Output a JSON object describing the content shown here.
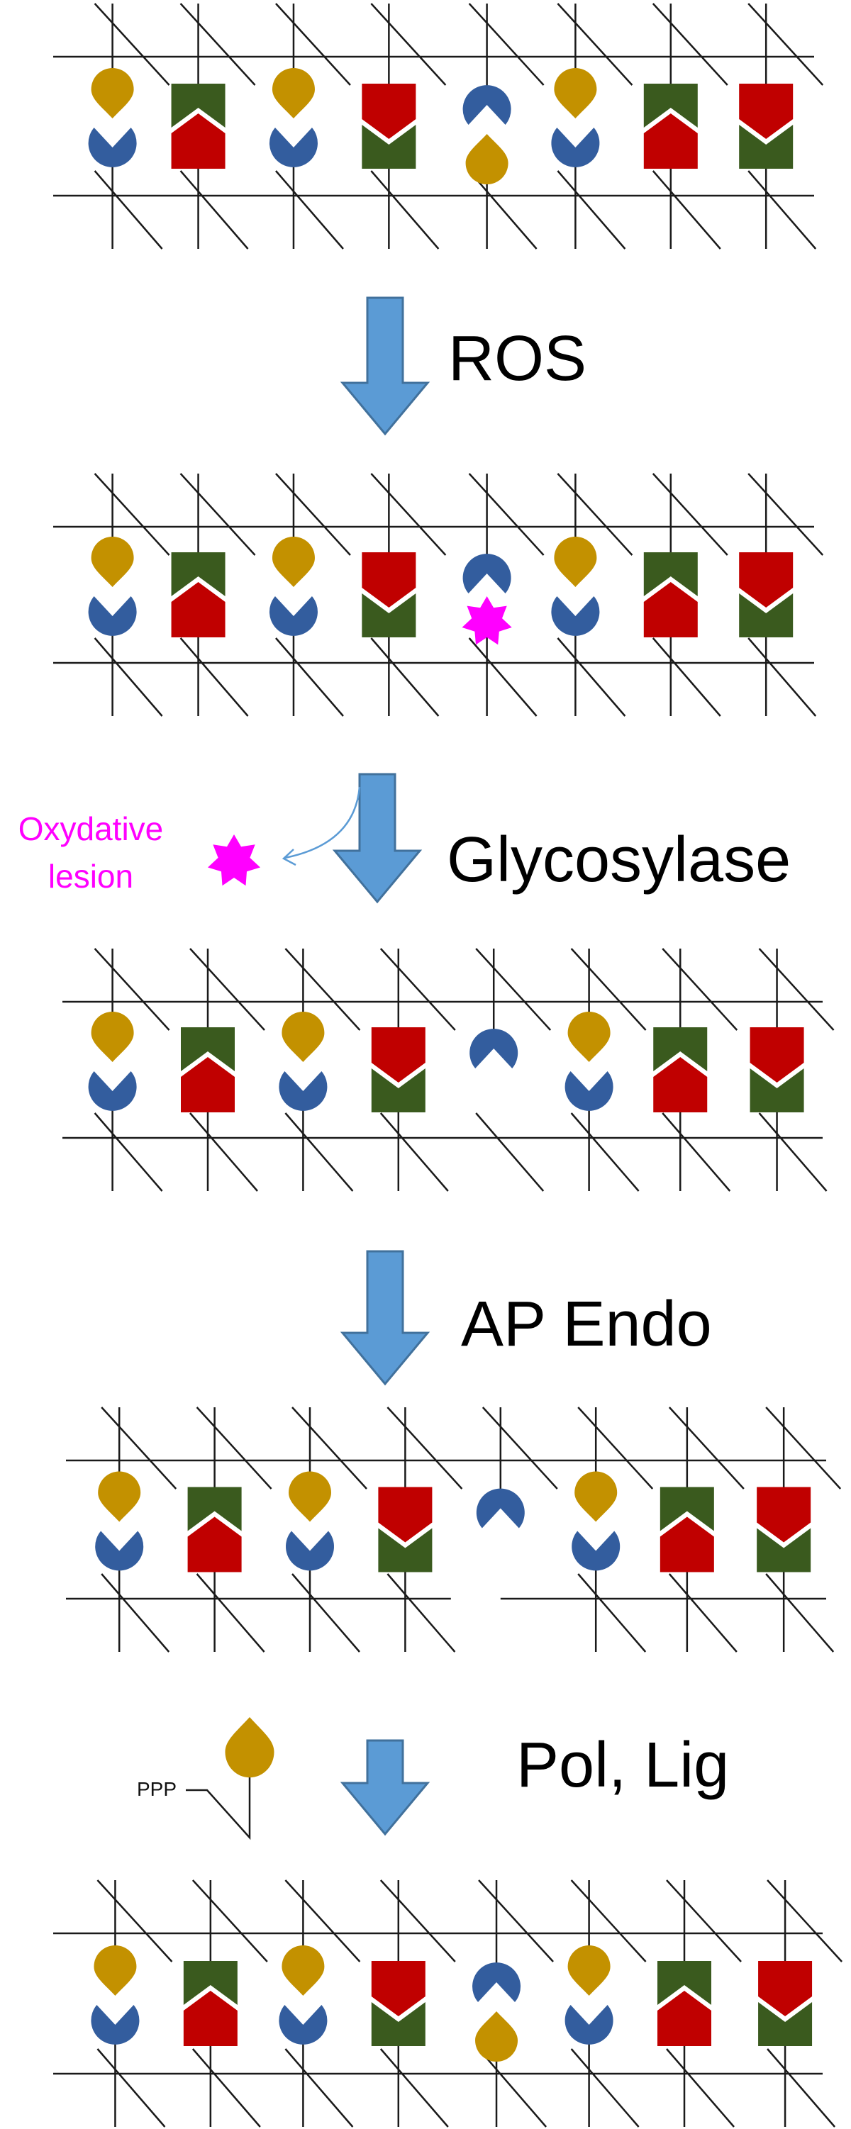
{
  "steps": [
    {
      "label": "ROS"
    },
    {
      "label": "Glycosylase"
    },
    {
      "label": "AP Endo"
    },
    {
      "label": "Pol, Lig"
    }
  ],
  "annotations": {
    "lesion_line1": "Oxydative",
    "lesion_line2": "lesion",
    "triphosphate": "PPP"
  },
  "colors": {
    "backbone": "#1a1a1a",
    "arrow_fill": "#5b9bd5",
    "arrow_stroke": "#41719c",
    "gold": "#c39100",
    "blue": "#335d9e",
    "red": "#c00000",
    "green": "#3a5a1e",
    "lesion": "#ff00ff"
  }
}
